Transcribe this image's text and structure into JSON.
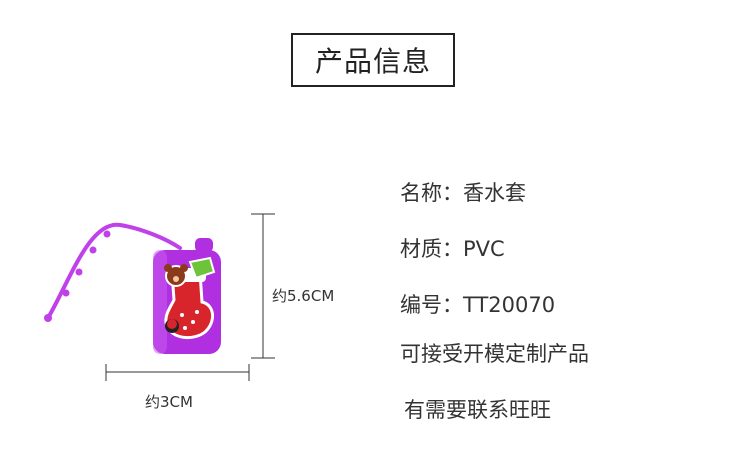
{
  "title": "产品信息",
  "info": {
    "name_line": "名称：香水套",
    "material_line": "材质：PVC",
    "code_line": "编号：TT20070",
    "custom_line": "可接受开模定制产品",
    "contact_line": "有需要联系旺旺"
  },
  "dimensions": {
    "height_label": "约5.6CM",
    "width_label": "约3CM"
  },
  "colors": {
    "case_purple": "#b02fe0",
    "strap_purple": "#c040ea",
    "stocking_red": "#d8252c"
  }
}
